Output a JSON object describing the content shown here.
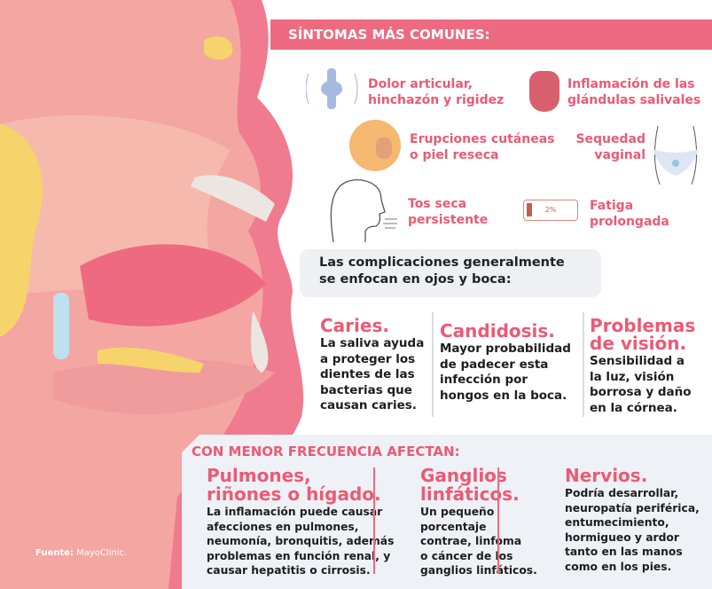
{
  "banner": {
    "title": "SÍNTOMAS MÁS COMUNES:"
  },
  "symptoms": [
    {
      "icon": "knee-joint-icon",
      "label": "Dolor articular,\nhinchazón y rigidez"
    },
    {
      "icon": "tongue-icon",
      "label": "Inflamación de las\nglándulas salivales"
    },
    {
      "icon": "skin-rash-icon",
      "label": "Erupciones cutáneas\no piel reseca"
    },
    {
      "icon": "pelvis-icon",
      "label": "Sequedad\nvaginal"
    },
    {
      "icon": "coughing-head-icon",
      "label": "Tos seca\npersistente"
    },
    {
      "icon": "low-battery-icon",
      "label": "Fatiga\nprolongada",
      "battery": "2%"
    }
  ],
  "complications": {
    "intro": "Las complicaciones generalmente\nse enfocan en ojos y boca:",
    "columns": [
      {
        "title": "Caries.",
        "text": "La saliva ayuda\na proteger los\ndientes de las\nbacterias que\ncausan caries."
      },
      {
        "title": "Candidosis.",
        "text": "Mayor probabilidad\nde padecer esta\ninfección por\nhongos en la boca."
      },
      {
        "title": "Problemas\nde visión.",
        "text": "Sensibilidad a\nla luz, visión\nborrosa y daño\nen la córnea."
      }
    ]
  },
  "less_frequent": {
    "title": "CON MENOR FRECUENCIA AFECTAN:",
    "columns": [
      {
        "title": "Pulmones,\nriñones o hígado.",
        "text": "La inflamación puede causar\nafecciones en pulmones,\nneumonía, bronquitis, además\nproblemas en función renal, y\ncausar hepatitis o cirrosis."
      },
      {
        "title": "Ganglios\nlinfáticos.",
        "text": "Un pequeño\nporcentaje\ncontrae, linfoma\no cáncer de los\nganglios linfáticos."
      },
      {
        "title": "Nervios.",
        "text": "Podría desarrollar,\nneuropatía periférica,\nentumecimiento,\nhormigueo y ardor\ntanto en las manos\ncomo en los pies."
      }
    ]
  },
  "source": {
    "label": "Fuente:",
    "value": "MayoClinic."
  },
  "colors": {
    "accent": "#ee6a80",
    "text_pink": "#ec5a74",
    "panel": "#eef1f5"
  }
}
